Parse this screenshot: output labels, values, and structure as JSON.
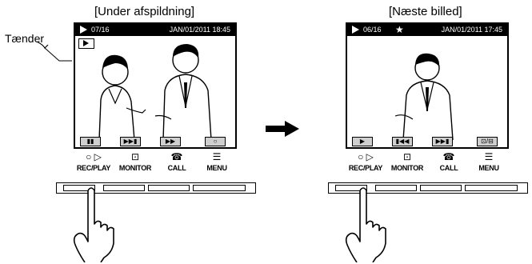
{
  "left": {
    "caption": "[Under afspildning]",
    "callout": "Tænder",
    "status": {
      "count": "07/16",
      "date": "JAN/01/2011 18:45"
    },
    "buttons": [
      {
        "label": "REC/PLAY",
        "icon": "rec-play-icon"
      },
      {
        "label": "MONITOR",
        "icon": "monitor-icon"
      },
      {
        "label": "CALL",
        "icon": "call-icon"
      },
      {
        "label": "MENU",
        "icon": "menu-icon"
      }
    ]
  },
  "right": {
    "caption": "[Næste billed]",
    "status": {
      "count": "06/16",
      "star": "★",
      "date": "JAN/01/2011 17:45"
    },
    "buttons": [
      {
        "label": "REC/PLAY",
        "icon": "rec-play-icon"
      },
      {
        "label": "MONITOR",
        "icon": "monitor-icon"
      },
      {
        "label": "CALL",
        "icon": "call-icon"
      },
      {
        "label": "MENU",
        "icon": "menu-icon"
      }
    ]
  },
  "arrow_icon": "right-arrow-icon"
}
